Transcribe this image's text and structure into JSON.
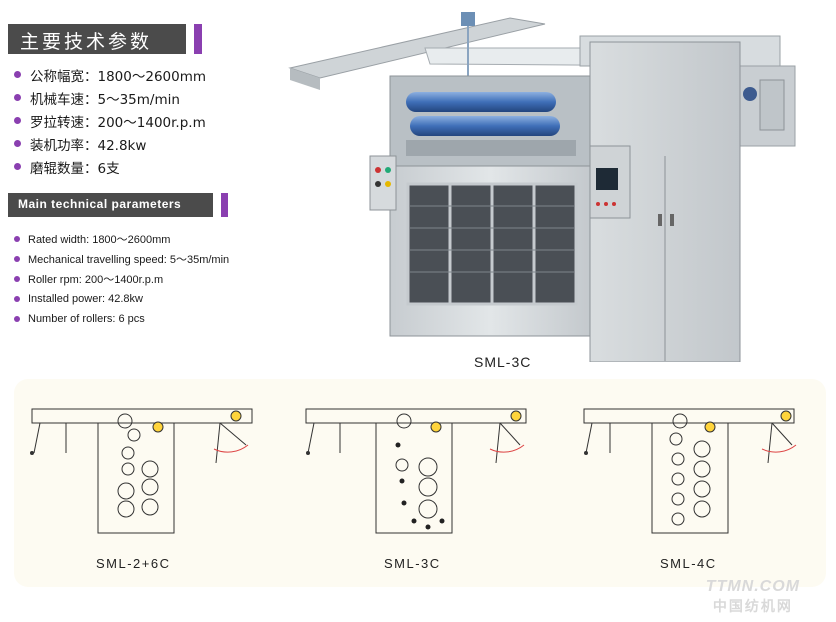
{
  "cn_section": {
    "title": "主要技术参数",
    "items": [
      "公称幅宽：1800～2600mm",
      "机械车速：5～35m/min",
      "罗拉转速：200～1400r.p.m",
      "装机功率：42.8kw",
      "磨辊数量：6支"
    ]
  },
  "en_section": {
    "title": "Main technical parameters",
    "items": [
      "Rated width: 1800～2600mm",
      "Mechanical travelling speed: 5～35m/min",
      "Roller rpm: 200～1400r.p.m",
      "Installed power: 42.8kw",
      "Number of rollers: 6 pcs"
    ]
  },
  "machine": {
    "caption": "SML-3C"
  },
  "diagrams": [
    {
      "caption": "SML-2+6C"
    },
    {
      "caption": "SML-3C"
    },
    {
      "caption": "SML-4C"
    }
  ],
  "watermark": {
    "line1": "TTMN.COM",
    "line2": "中国纺机网"
  },
  "colors": {
    "accent": "#8a3fb0",
    "header_bg": "#4b4b4b",
    "machine_body": "#d3d8db",
    "roller_blue": "#3f6fb8"
  }
}
